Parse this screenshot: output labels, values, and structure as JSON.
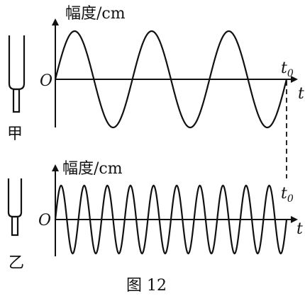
{
  "figure": {
    "caption": "图 12",
    "dashed_marker_label": "t0"
  },
  "top": {
    "fork_label": "甲",
    "y_axis_label": "幅度/cm",
    "origin_label": "O",
    "x_axis_label": "t",
    "marker_label_main": "t",
    "marker_label_sub": "0",
    "cycles": 3
  },
  "bottom": {
    "fork_label": "乙",
    "y_axis_label": "幅度/cm",
    "origin_label": "O",
    "x_axis_label": "t",
    "marker_label_main": "t",
    "marker_label_sub": "0",
    "cycles": 10
  }
}
